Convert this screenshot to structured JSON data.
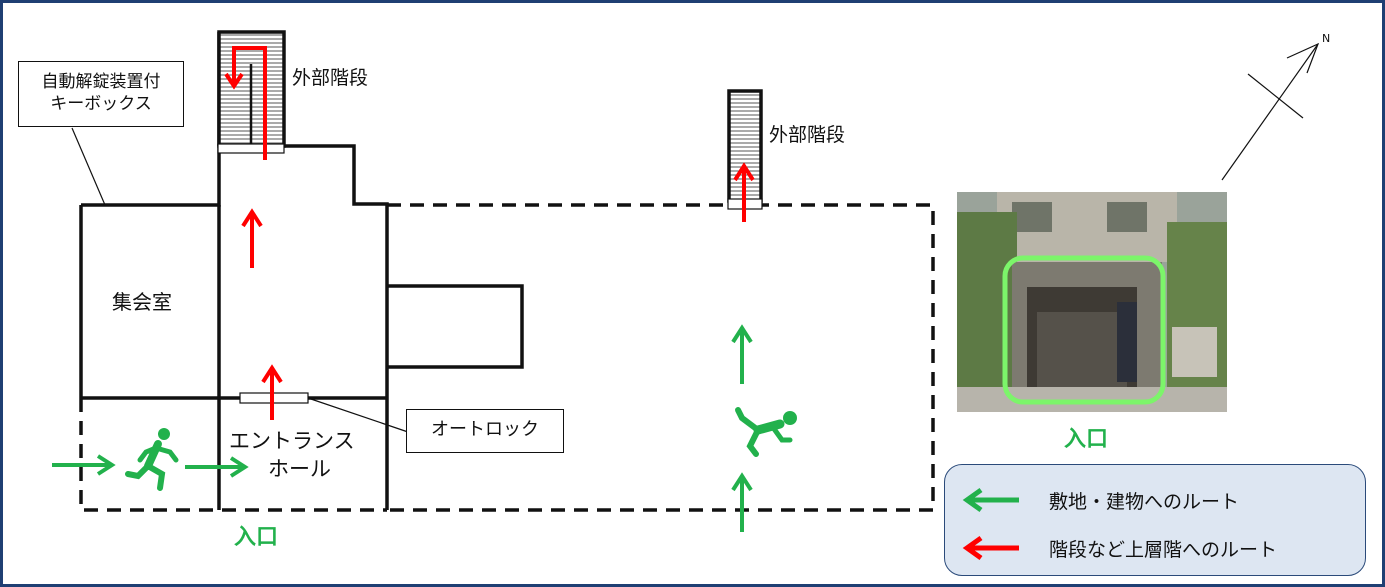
{
  "labels": {
    "keybox_line1": "自動解錠装置付",
    "keybox_line2": "キーボックス",
    "external_stairs_1": "外部階段",
    "external_stairs_2": "外部階段",
    "meeting_room": "集会室",
    "entrance_hall_line1": "エントランス",
    "entrance_hall_line2": "ホール",
    "autolock": "オートロック",
    "entrance_plan": "入口",
    "entrance_photo": "入口",
    "north_mark": "N"
  },
  "legend": {
    "green_route": "敷地・建物へのルート",
    "red_route": "階段など上層階へのルート"
  },
  "colors": {
    "frame": "#1f3f73",
    "green": "#22b14c",
    "red": "#ff0000",
    "legend_bg": "#dde6f2",
    "entrance_text": "#22b14c"
  }
}
